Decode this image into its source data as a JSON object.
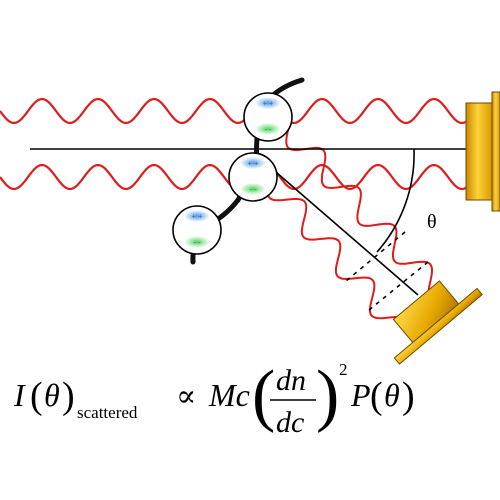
{
  "angle_label": "θ",
  "particle_charges": {
    "positive": "+ +",
    "negative": "- -"
  },
  "equation": {
    "intensity": "I",
    "theta_open": "(",
    "theta": "θ",
    "theta_close": ")",
    "subscript": "scattered",
    "proportional": "∝",
    "mass_conc": "Mc",
    "numerator": "dn",
    "denominator": "dc",
    "power": "2",
    "form_factor": "P",
    "pf_open": "(",
    "pf_theta": "θ",
    "pf_close": ")"
  },
  "colors": {
    "wave": "#e01b1b",
    "beam_line": "#000000",
    "detector_gold": "#f2b400",
    "detector_dark": "#b77a00",
    "polymer_chain": "#111111",
    "positive_charge": "#2a7bd6",
    "negative_charge": "#2ebd3b"
  }
}
